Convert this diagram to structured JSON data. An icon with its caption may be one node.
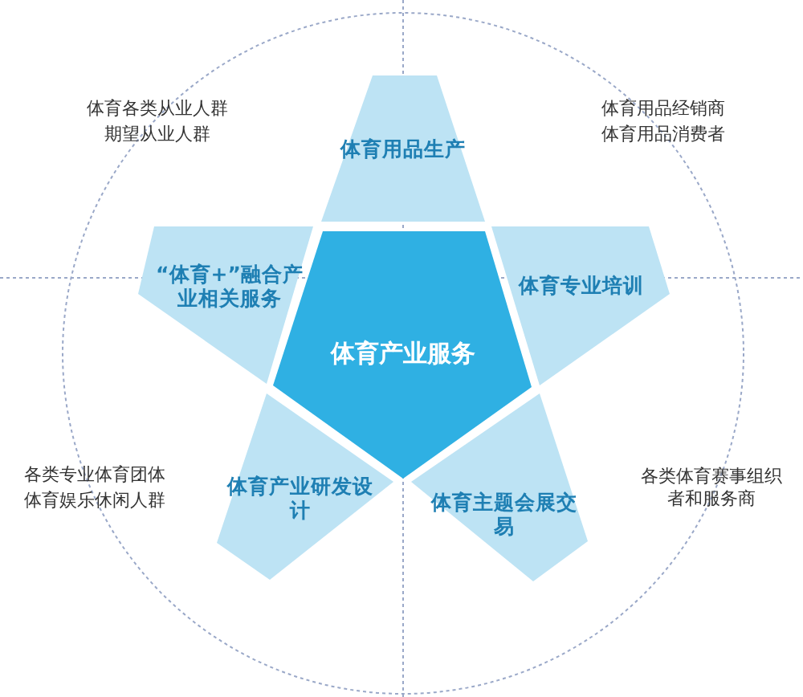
{
  "diagram": {
    "nodes": [
      {
        "text": [
          "体育用品生产"
        ]
      },
      {
        "text": [
          "“体育+”融合产业相关服务"
        ]
      },
      {
        "text": [
          "体育专业培训"
        ]
      },
      {
        "text": [
          "体育产业服务"
        ]
      },
      {
        "text": [
          "体育产业研发设计"
        ]
      },
      {
        "text": [
          "体育主题会展交易"
        ]
      }
    ],
    "labels": [
      "体育各类从业人群",
      "期望从业人群",
      "体育用品经销商",
      "体育用品消费者",
      "各类专业体育团体",
      "体育娱乐休闲人群",
      "各类体育赛事组织者和服务商"
    ]
  }
}
